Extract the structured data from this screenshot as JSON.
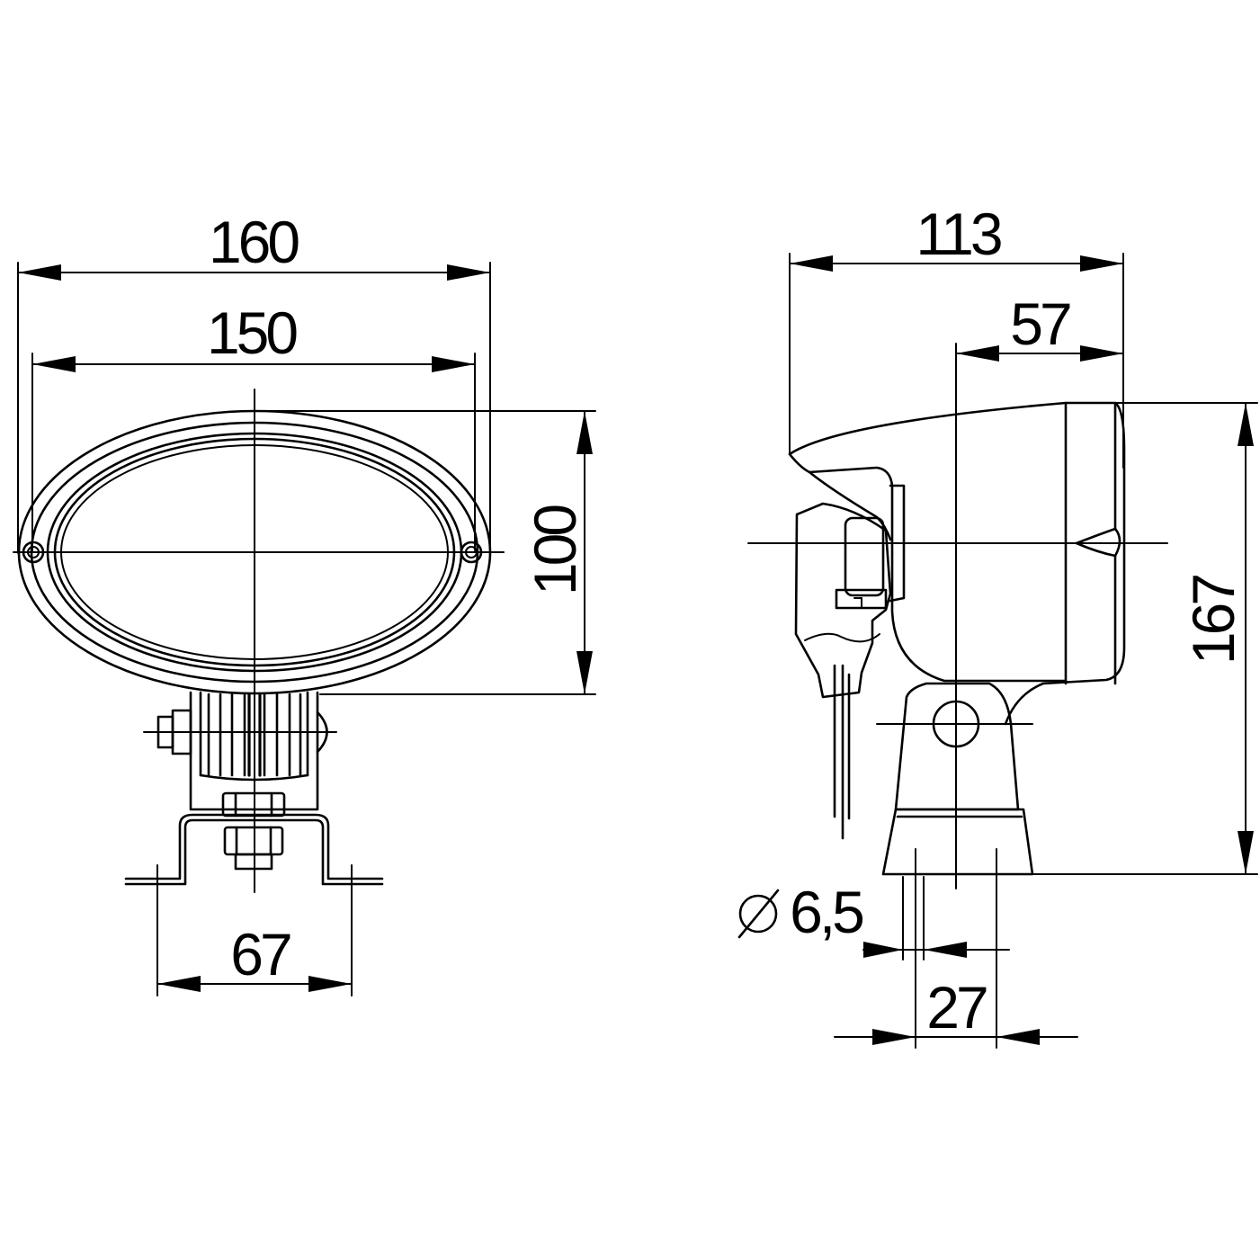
{
  "dimensions": {
    "front_width_outer": "160",
    "front_width_lens": "150",
    "front_height": "100",
    "bracket_width": "67",
    "side_depth_total": "113",
    "side_depth_pivot": "57",
    "side_height_total": "167",
    "hole_diameter": "6,5",
    "bracket_base_width": "27"
  },
  "symbols": {
    "diameter_icon": "diameter-symbol"
  },
  "colors": {
    "line": "#000000",
    "background": "#ffffff"
  }
}
